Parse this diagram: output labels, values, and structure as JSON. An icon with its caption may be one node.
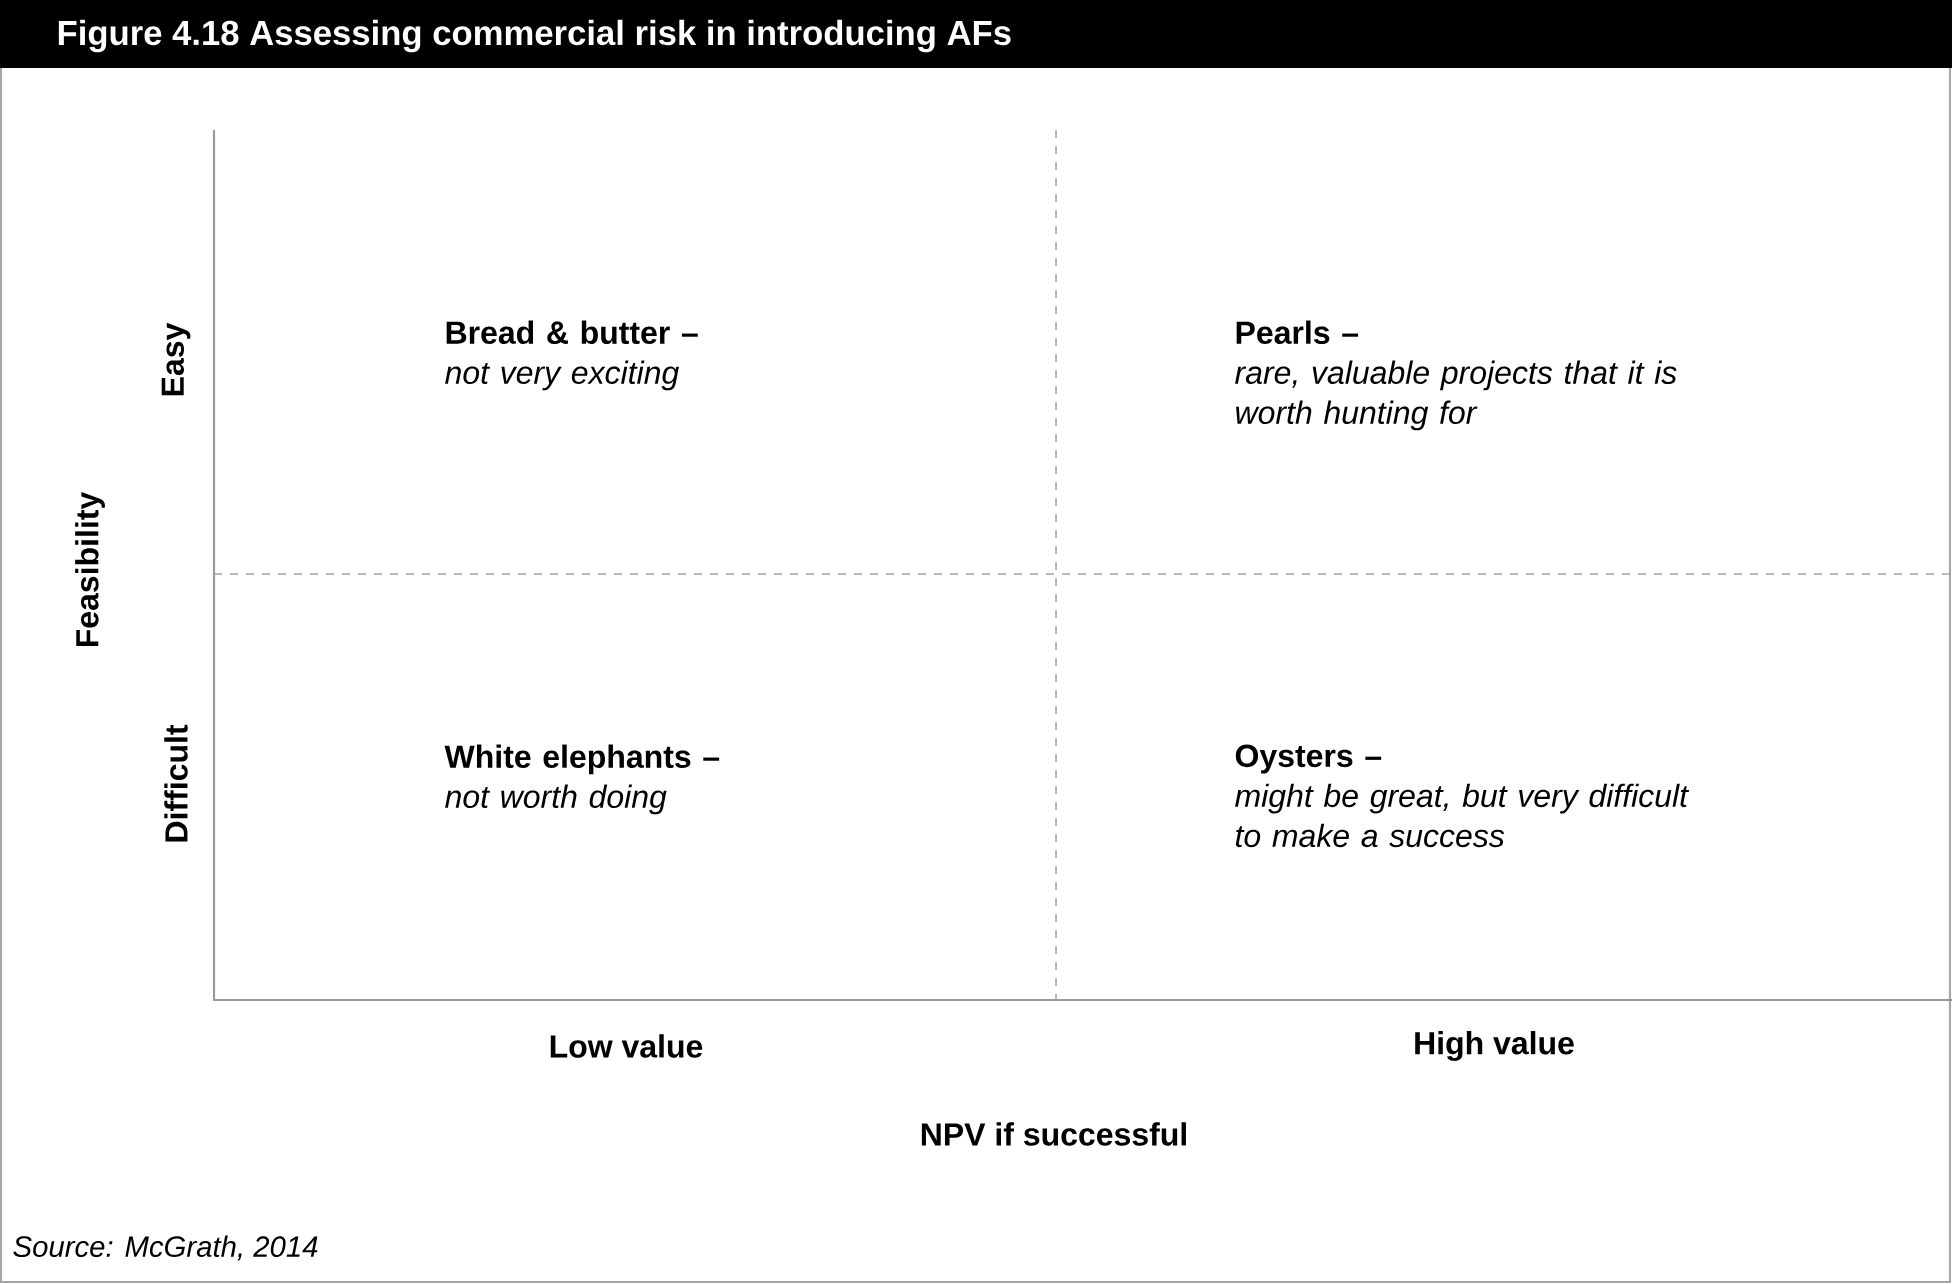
{
  "diagram": {
    "title": "Figure 4.18 Assessing commercial risk in introducing AFs",
    "caption": "Source: McGrath, 2014",
    "nodes": [
      {
        "text": [
          "Bread & butter –",
          "not very exciting"
        ]
      },
      {
        "text": [
          "Pearls –",
          "rare, valuable projects that it is worth hunting for"
        ]
      },
      {
        "text": [
          "White elephants –",
          "not worth doing"
        ]
      },
      {
        "text": [
          "Oysters –",
          "might be great, but very difficult to make a success"
        ]
      }
    ],
    "labels": [
      "Feasibility",
      "Easy",
      "Difficult",
      "Low value",
      "High value",
      "NPV if successful"
    ]
  }
}
